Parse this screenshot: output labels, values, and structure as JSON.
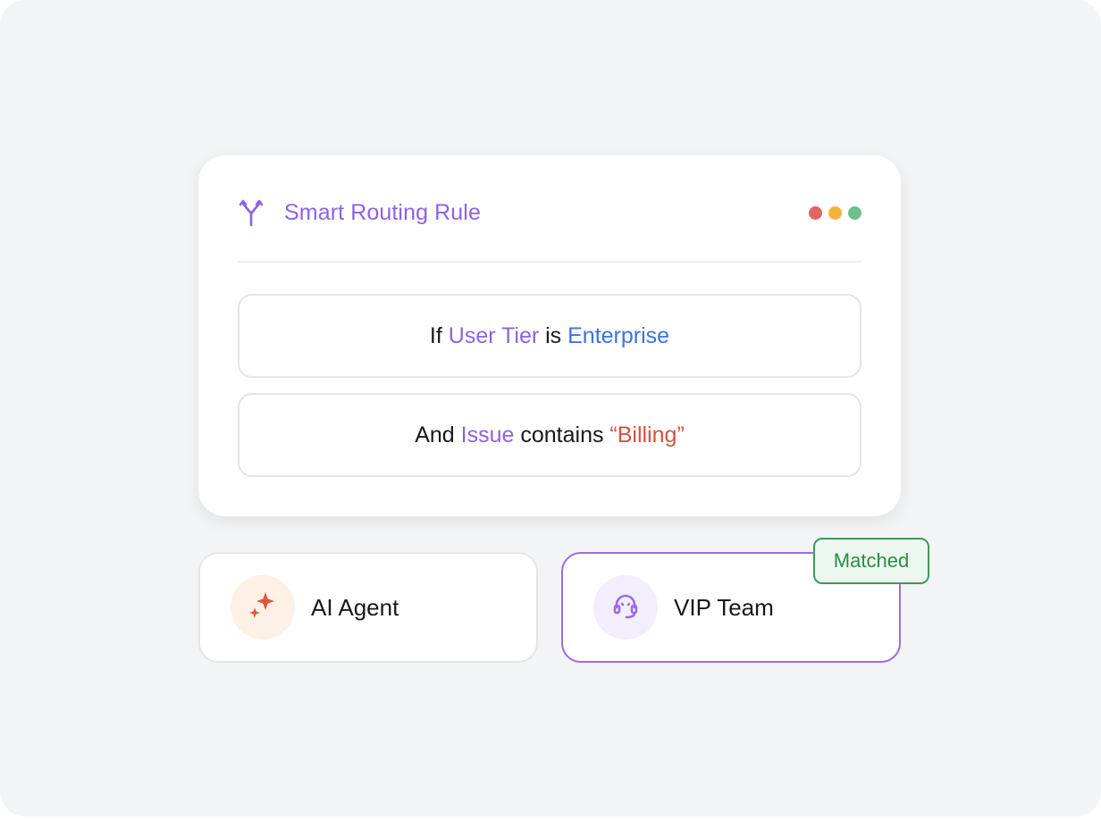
{
  "rule": {
    "title": "Smart Routing Rule",
    "icon": "routing-split-icon",
    "window_dots": [
      "#e06664",
      "#f0b43a",
      "#6cc08a"
    ],
    "conditions": [
      {
        "parts": [
          {
            "text": "If ",
            "color": "#17181c"
          },
          {
            "text": "User Tier",
            "color": "#8b63e6"
          },
          {
            "text": " is ",
            "color": "#17181c"
          },
          {
            "text": "Enterprise",
            "color": "#3b73e0"
          }
        ]
      },
      {
        "parts": [
          {
            "text": "And ",
            "color": "#17181c"
          },
          {
            "text": "Issue",
            "color": "#8b63e6"
          },
          {
            "text": " contains ",
            "color": "#17181c"
          },
          {
            "text": "“Billing”",
            "color": "#d9503e"
          }
        ]
      }
    ]
  },
  "destinations": [
    {
      "label": "AI Agent",
      "icon": "sparkle-icon",
      "accent": "#e0553f"
    },
    {
      "label": "VIP Team",
      "icon": "headset-icon",
      "accent": "#9a6ce8",
      "badge": "Matched"
    }
  ],
  "colors": {
    "accent_purple": "#8b63e6",
    "accent_blue": "#3b73e0",
    "accent_red": "#d9503e",
    "match_green": "#3e9a56"
  }
}
